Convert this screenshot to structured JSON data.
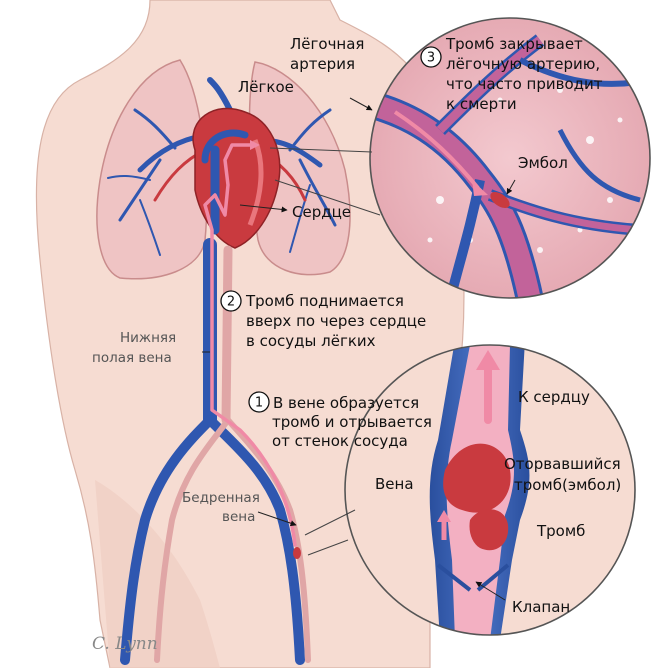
{
  "labels": {
    "pulmonary_artery": [
      "Лёгочная",
      "артерия"
    ],
    "lung": "Лёгкое",
    "heart": "Сердце",
    "ivc": [
      "Нижняя",
      "полая  вена"
    ],
    "femoral_vein": [
      "Бедренная",
      "вена"
    ],
    "embolus": "Эмбол",
    "to_heart": "К сердцу",
    "vein": "Вена",
    "detached_thrombus": [
      "Оторвавшийся",
      "тромб(эмбол)"
    ],
    "thrombus": "Тромб",
    "valve": "Клапан"
  },
  "steps": [
    {
      "number": "1",
      "lines": [
        "В вене образуется",
        "тромб и отрывается",
        "от стенок сосуда"
      ]
    },
    {
      "number": "2",
      "lines": [
        "Тромб поднимается",
        "вверх по через сердце",
        "в сосуды лёгких"
      ]
    },
    {
      "number": "3",
      "lines": [
        "Тромб закрывает",
        "лёгочную артерию,",
        "что часто приводит",
        "к смерти"
      ]
    }
  ],
  "signature": "C. Lynn",
  "colors": {
    "skin": "#f6dcd2",
    "lung": "#efc4c4",
    "vein_blue": "#2f57b0",
    "artery_red": "#c93a3f",
    "flow_pink": "#f08aa6"
  }
}
